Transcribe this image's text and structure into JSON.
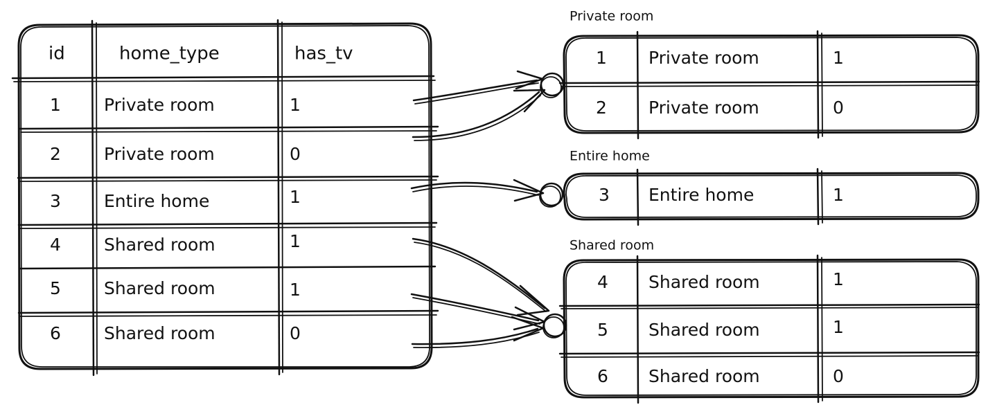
{
  "diagram": {
    "title_style": "hand-drawn whiteboard sketch",
    "ink_color": "#111111",
    "background_color": "#ffffff"
  },
  "source_table": {
    "name": "source-table",
    "columns": [
      "id",
      "home_type",
      "has_tv"
    ],
    "rows": [
      {
        "id": "1",
        "home_type": "Private room",
        "has_tv": "1"
      },
      {
        "id": "2",
        "home_type": "Private room",
        "has_tv": "0"
      },
      {
        "id": "3",
        "home_type": "Entire home",
        "has_tv": "1"
      },
      {
        "id": "4",
        "home_type": "Shared room",
        "has_tv": "1"
      },
      {
        "id": "5",
        "home_type": "Shared room",
        "has_tv": "1"
      },
      {
        "id": "6",
        "home_type": "Shared room",
        "has_tv": "0"
      }
    ]
  },
  "groups": [
    {
      "label": "Private room",
      "rows": [
        {
          "id": "1",
          "home_type": "Private room",
          "has_tv": "1"
        },
        {
          "id": "2",
          "home_type": "Private room",
          "has_tv": "0"
        }
      ]
    },
    {
      "label": "Entire home",
      "rows": [
        {
          "id": "3",
          "home_type": "Entire home",
          "has_tv": "1"
        }
      ]
    },
    {
      "label": "Shared room",
      "rows": [
        {
          "id": "4",
          "home_type": "Shared room",
          "has_tv": "1"
        },
        {
          "id": "5",
          "home_type": "Shared room",
          "has_tv": "1"
        },
        {
          "id": "6",
          "home_type": "Shared room",
          "has_tv": "0"
        }
      ]
    }
  ],
  "connectors": {
    "arrow_count": 6,
    "junction_icon": "circle-junction-icon",
    "junctions": 3
  }
}
